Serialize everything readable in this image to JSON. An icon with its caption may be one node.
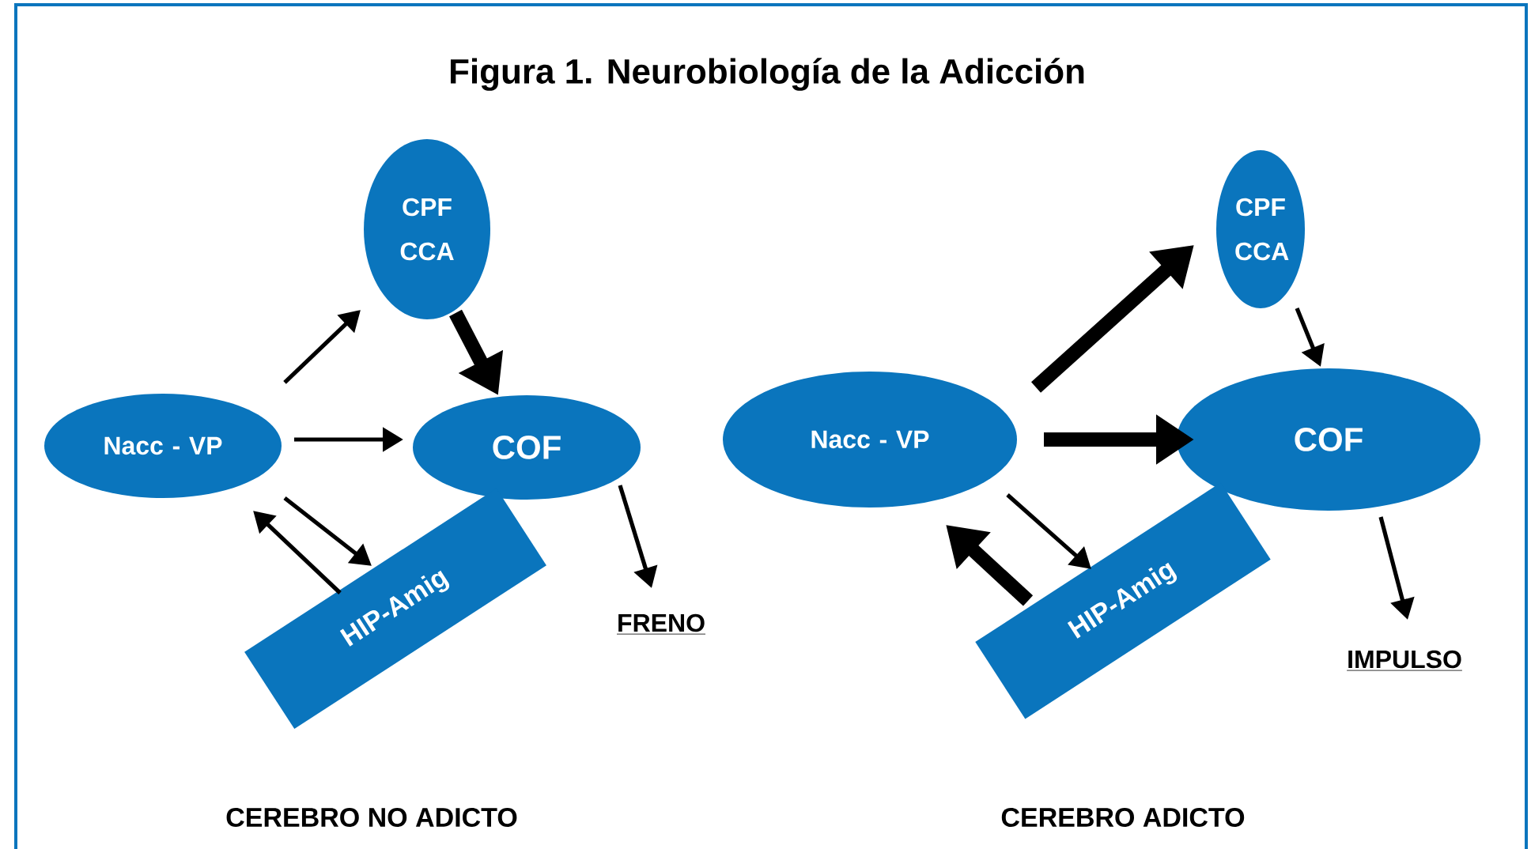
{
  "diagram": {
    "title": "Figura 1. Neurobiología de la Adicción",
    "nodes": [
      {
        "text": [
          "Nacc - VP"
        ]
      },
      {
        "text": [
          "CPF CCA"
        ]
      },
      {
        "text": [
          "COF"
        ]
      },
      {
        "text": [
          "HIP-Amig"
        ]
      },
      {
        "text": [
          "FRENO"
        ]
      },
      {
        "text": [
          "Nacc - VP"
        ]
      },
      {
        "text": [
          "CPF CCA"
        ]
      },
      {
        "text": [
          "COF"
        ]
      },
      {
        "text": [
          "HIP-Amig"
        ]
      },
      {
        "text": [
          "IMPULSO"
        ]
      }
    ],
    "edges": [
      {
        "from": 0,
        "to": 1,
        "arrow": "to"
      },
      {
        "from": 1,
        "to": 2,
        "arrow": "to",
        "style": "thick"
      },
      {
        "from": 0,
        "to": 2,
        "arrow": "to"
      },
      {
        "from": 0,
        "to": 3,
        "arrow": "to"
      },
      {
        "from": 3,
        "to": 0,
        "arrow": "to"
      },
      {
        "from": 2,
        "to": 4,
        "arrow": "to"
      },
      {
        "from": 5,
        "to": 6,
        "arrow": "to",
        "style": "thick"
      },
      {
        "from": 6,
        "to": 7,
        "arrow": "to"
      },
      {
        "from": 5,
        "to": 7,
        "arrow": "to",
        "style": "thick"
      },
      {
        "from": 5,
        "to": 8,
        "arrow": "to"
      },
      {
        "from": 8,
        "to": 5,
        "arrow": "to",
        "style": "thick"
      },
      {
        "from": 7,
        "to": 9,
        "arrow": "to"
      }
    ],
    "labels": [
      "CEREBRO NO ADICTO",
      "CEREBRO ADICTO"
    ]
  }
}
